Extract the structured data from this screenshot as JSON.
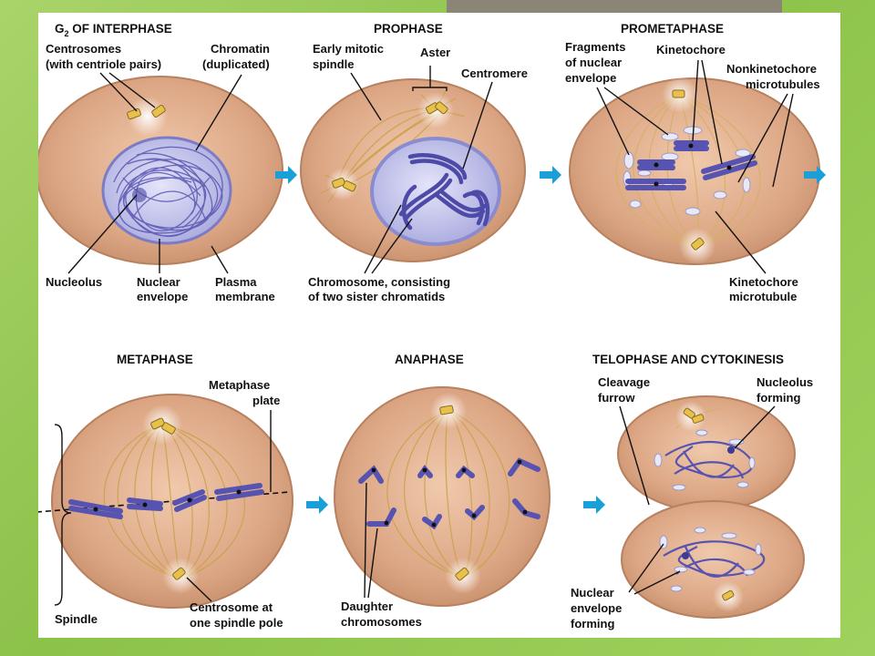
{
  "stages": [
    {
      "id": "g2",
      "title_main": "G",
      "title_sub": "2",
      "title_rest": " OF INTERPHASE"
    },
    {
      "id": "prophase",
      "title": "PROPHASE"
    },
    {
      "id": "prometaphase",
      "title": "PROMETAPHASE"
    },
    {
      "id": "metaphase",
      "title": "METAPHASE"
    },
    {
      "id": "anaphase",
      "title": "ANAPHASE"
    },
    {
      "id": "telophase",
      "title": "TELOPHASE AND CYTOKINESIS"
    }
  ],
  "labels": {
    "centrosomes_1": "Centrosomes",
    "centrosomes_2": "(with centriole pairs)",
    "chromatin_1": "Chromatin",
    "chromatin_2": "(duplicated)",
    "nucleolus": "Nucleolus",
    "nuclear_envelope_1": "Nuclear",
    "nuclear_envelope_2": "envelope",
    "plasma_membrane_1": "Plasma",
    "plasma_membrane_2": "membrane",
    "early_spindle_1": "Early mitotic",
    "early_spindle_2": "spindle",
    "aster": "Aster",
    "centromere": "Centromere",
    "chromosome_1": "Chromosome, consisting",
    "chromosome_2": "of two sister chromatids",
    "fragments_1": "Fragments",
    "fragments_2": "of nuclear",
    "fragments_3": "envelope",
    "kinetochore": "Kinetochore",
    "nonkinetochore_1": "Nonkinetochore",
    "nonkinetochore_2": "microtubules",
    "kinetochore_mt_1": "Kinetochore",
    "kinetochore_mt_2": "microtubule",
    "metaphase_plate_1": "Metaphase",
    "metaphase_plate_2": "plate",
    "spindle": "Spindle",
    "centrosome_pole_1": "Centrosome at",
    "centrosome_pole_2": "one spindle pole",
    "daughter_1": "Daughter",
    "daughter_2": "chromosomes",
    "cleavage_1": "Cleavage",
    "cleavage_2": "furrow",
    "nucleolus_forming_1": "Nucleolus",
    "nucleolus_forming_2": "forming",
    "nuclear_forming_1": "Nuclear",
    "nuclear_forming_2": "envelope",
    "nuclear_forming_3": "forming"
  },
  "colors": {
    "background": "#9ccd5a",
    "cell_fill": "#d9a483",
    "cell_edge": "#b8805f",
    "chromosome": "#5a55b0",
    "nucleus": "#bfc0ee",
    "microtubule": "#c9a24a",
    "arrow": "#1aa0d8",
    "centrosome": "#e8c14a"
  }
}
